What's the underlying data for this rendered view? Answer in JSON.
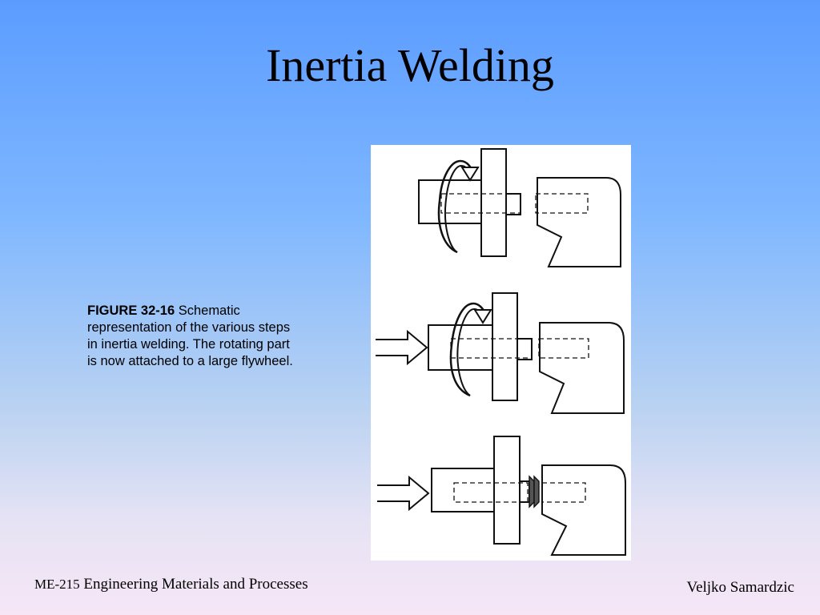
{
  "slide": {
    "title": "Inertia Welding"
  },
  "caption": {
    "figure_label": "FIGURE 32-16",
    "text": " Schematic representation of the various steps in inertia welding. The rotating part is now attached to a large flywheel."
  },
  "footer": {
    "course_code": "ME-215",
    "course_name": " Engineering Materials and Processes",
    "author": "Veljko Samardzic"
  },
  "figure": {
    "steps": [
      "rotating",
      "rotating-with-force",
      "welded-with-force"
    ]
  }
}
